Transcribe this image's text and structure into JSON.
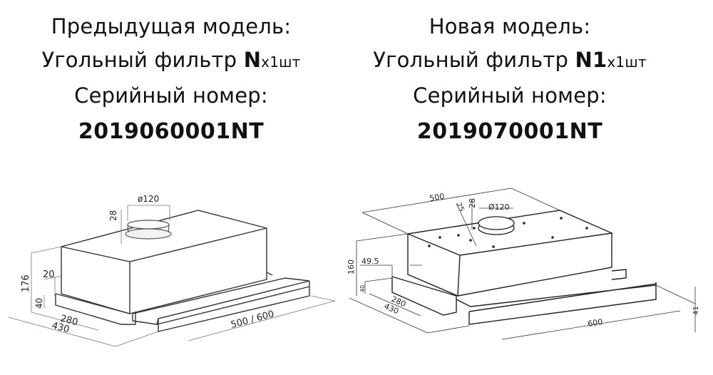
{
  "previous_model": {
    "heading": "Предыдущая модель:",
    "filter_label": "Угольный фильтр",
    "filter_code": "N",
    "filter_qty": "x1",
    "filter_unit": "шт",
    "serial_label": "Серийный номер:",
    "serial_number": "2019060001NT",
    "drawing": {
      "duct_diameter": "ø120",
      "duct_height": "28",
      "total_height": "176",
      "panel_offset": "20",
      "panel_height": "40",
      "inner_depth": "280",
      "outer_depth": "430",
      "width": "500 / 600"
    }
  },
  "new_model": {
    "heading": "Новая модель:",
    "filter_label": "Угольный фильтр",
    "filter_code": "N1",
    "filter_qty": "x1",
    "filter_unit": "шт",
    "serial_label": "Серийный номер:",
    "serial_number": "2019070001NT",
    "drawing": {
      "body_width": "500",
      "duct_offset": "25",
      "duct_height": "28",
      "duct_diameter": "Ø120",
      "total_height": "160",
      "side_offset": "49.5",
      "panel_height": "40",
      "inner_depth": "280",
      "outer_depth": "430",
      "panel_width": "600",
      "front_height": "41"
    }
  }
}
